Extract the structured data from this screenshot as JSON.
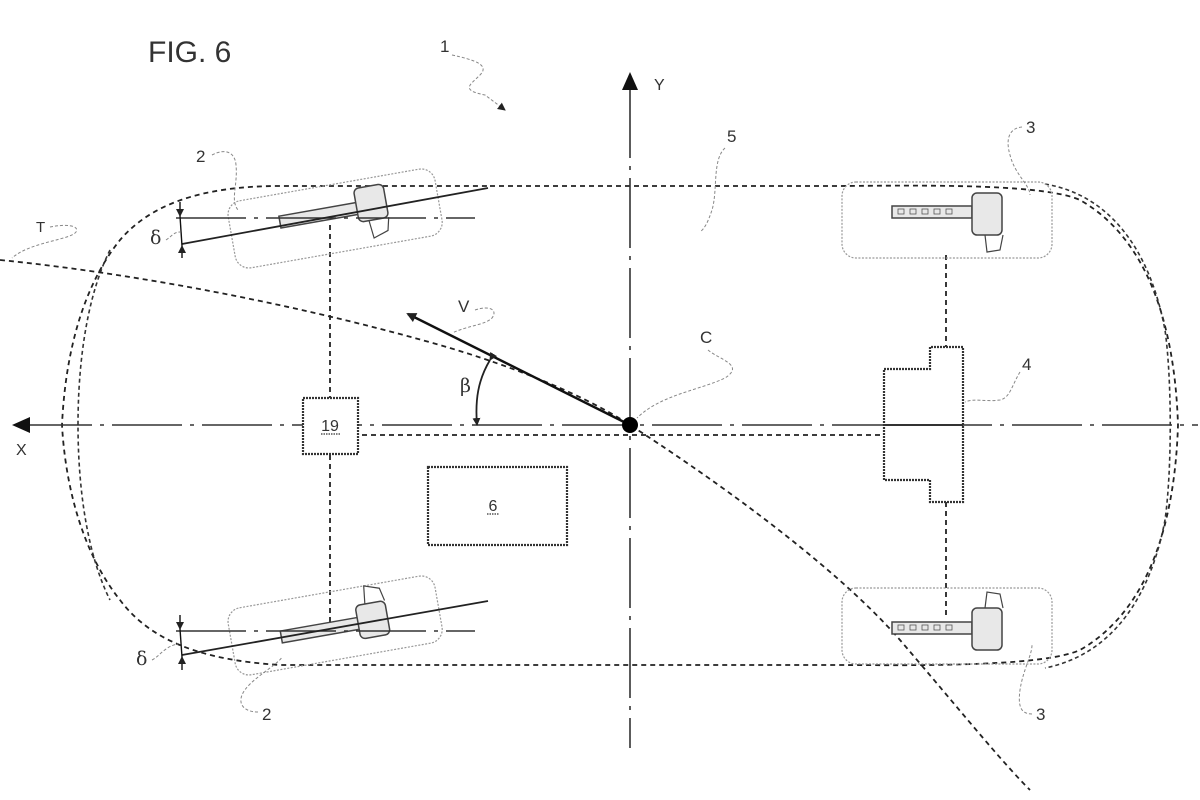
{
  "figure": {
    "title": "FIG. 6",
    "colors": {
      "ink": "#222222",
      "background": "#ffffff",
      "leader": "#888888"
    }
  },
  "axes": {
    "x_label": "X",
    "y_label": "Y"
  },
  "reference_numerals": {
    "vehicle": "1",
    "front_wheel_top": "2",
    "front_wheel_bottom": "2",
    "rear_wheel_top": "3",
    "rear_wheel_bottom": "3",
    "rear_differential": "4",
    "body": "5",
    "control_unit": "6",
    "steering_actuator": "19"
  },
  "symbols": {
    "trajectory": "T",
    "velocity": "V",
    "center_of_gravity": "C",
    "slip_angle": "β",
    "steer_angle_top": "δ",
    "steer_angle_bottom": "δ"
  }
}
